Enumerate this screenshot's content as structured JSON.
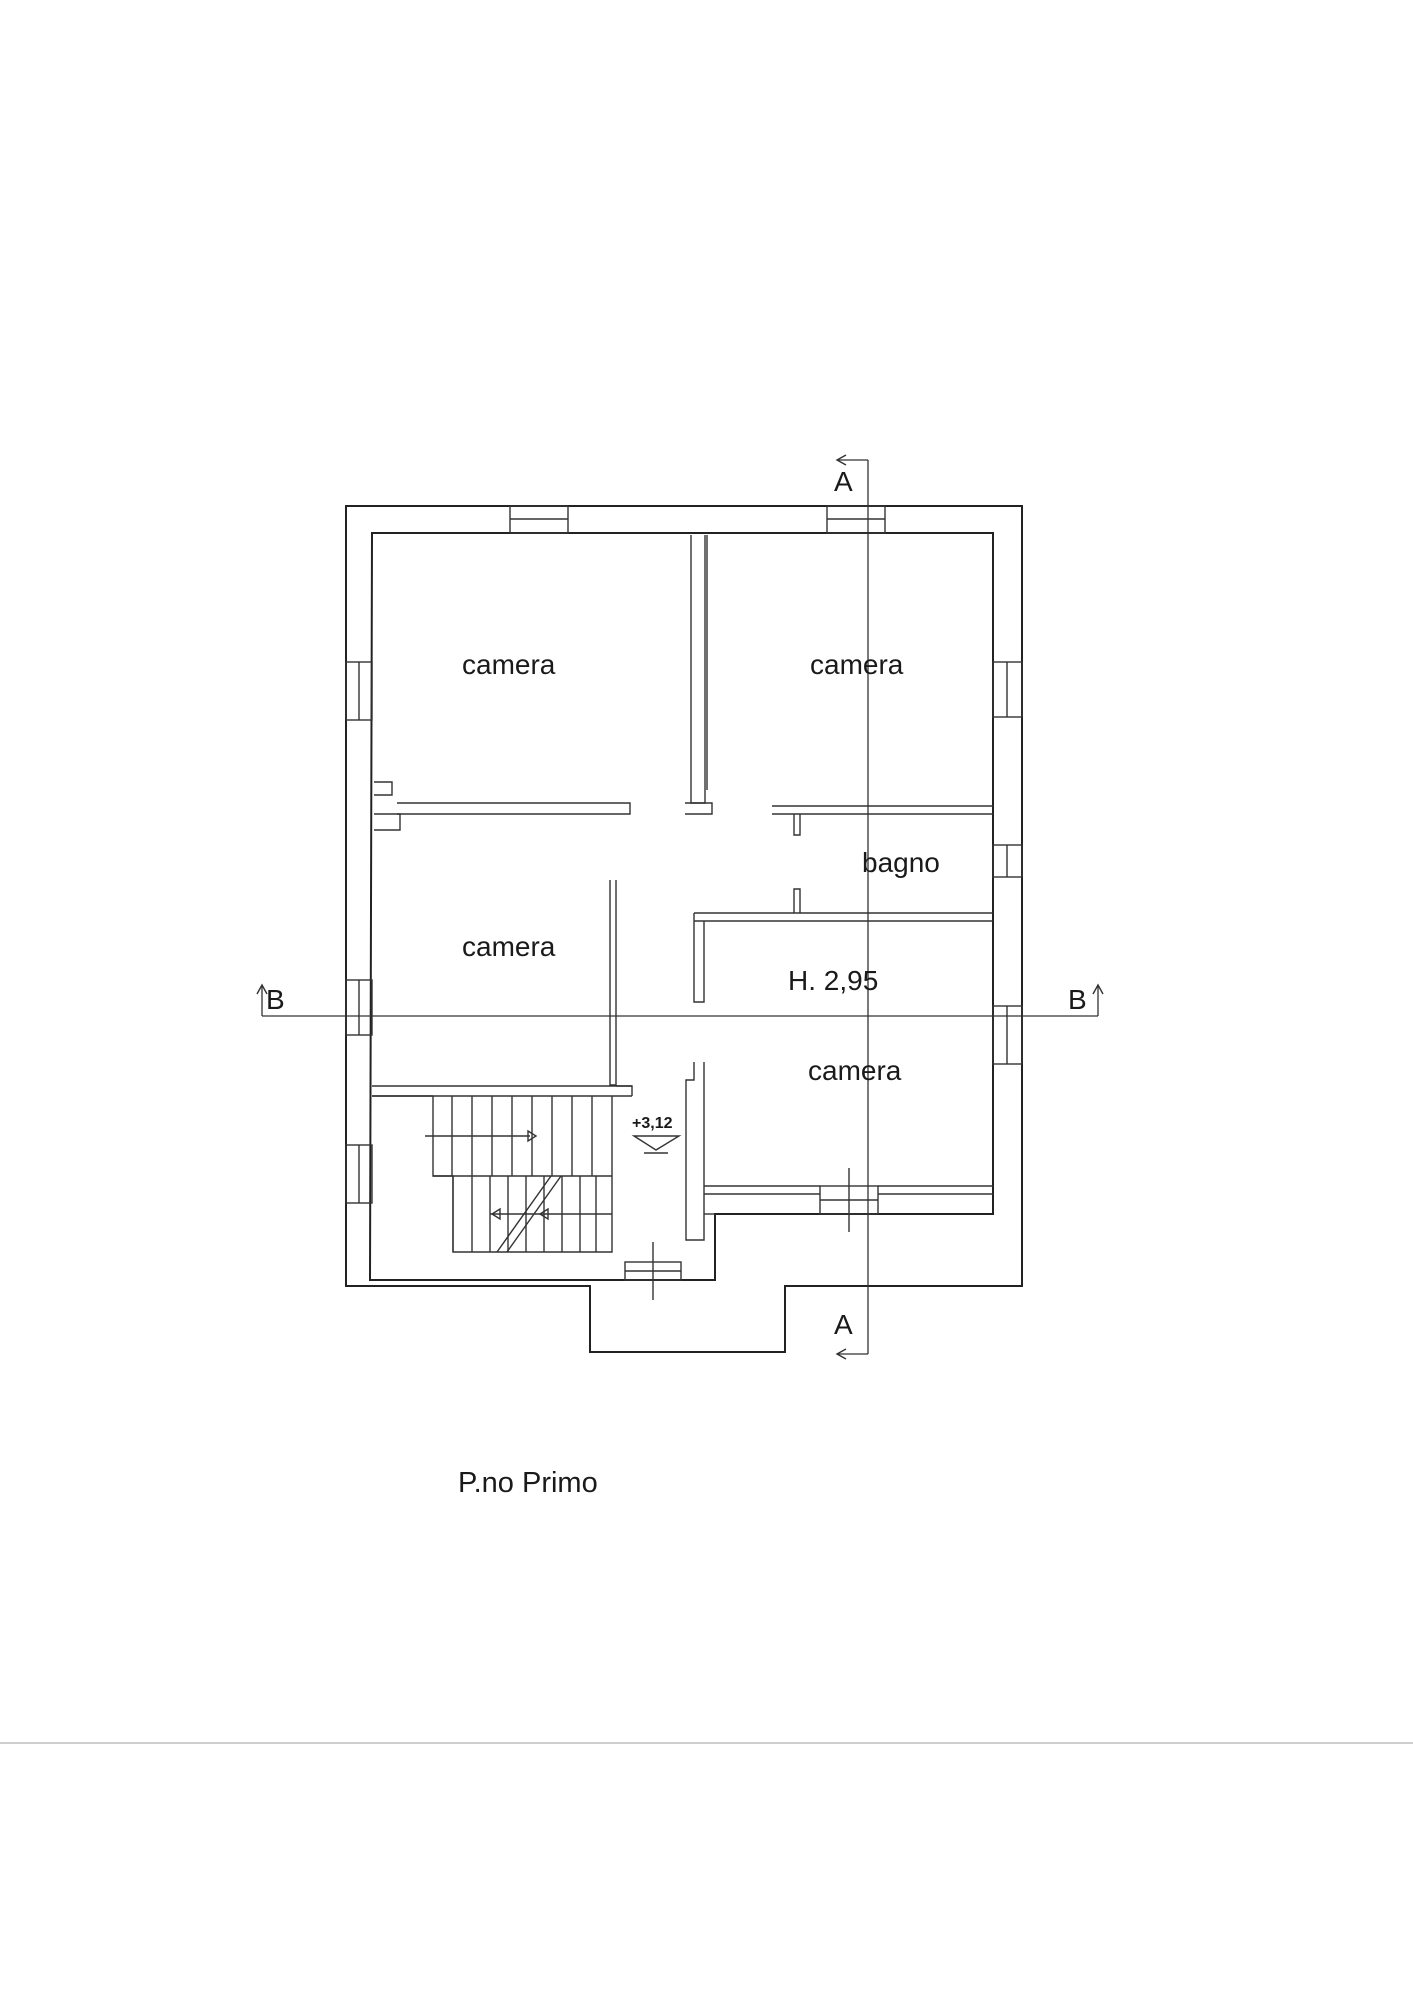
{
  "drawing": {
    "title": "P.no Primo",
    "height_label": "H. 2,95",
    "level_label": "+3,12",
    "section_a": "A",
    "section_b": "B",
    "rooms": [
      {
        "id": "camera-nw",
        "label": "camera"
      },
      {
        "id": "camera-ne",
        "label": "camera"
      },
      {
        "id": "bagno",
        "label": "bagno"
      },
      {
        "id": "camera-w",
        "label": "camera"
      },
      {
        "id": "camera-se",
        "label": "camera"
      }
    ]
  },
  "colors": {
    "ink": "#222222",
    "paper": "#ffffff",
    "rule": "#cfcfcf"
  }
}
